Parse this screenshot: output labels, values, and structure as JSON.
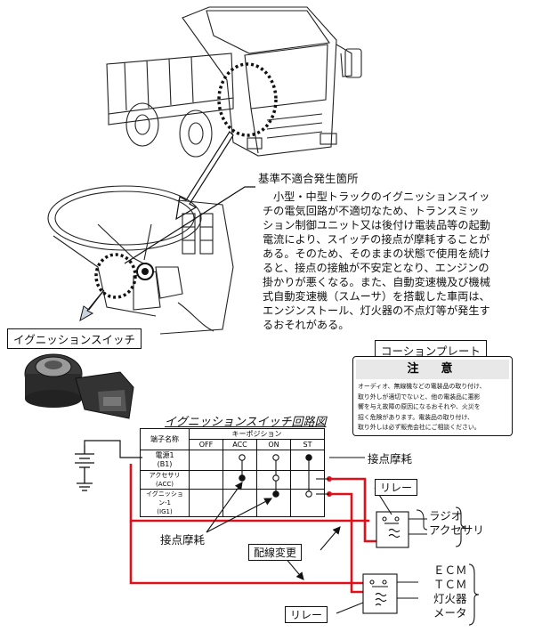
{
  "labels": {
    "defect_location": "基準不適合発生箇所",
    "ignition_switch": "イグニッションスイッチ",
    "caution_plate": "コーションプレート",
    "circuit_title": "イグニッションスイッチ回路図",
    "contact_wear_top": "接点摩耗",
    "contact_wear_left": "接点摩耗",
    "wiring_change": "配線変更",
    "relay_top": "リレー",
    "relay_bottom": "リレー",
    "load_top_1": "ラジオ",
    "load_top_2": "アクセサリ",
    "load_bottom_1": "ＥＣＭ",
    "load_bottom_2": "ＴＣＭ",
    "load_bottom_3": "灯火器",
    "load_bottom_4": "メータ"
  },
  "defect_description": [
    "小型・中型トラックのイグニッションスイッ",
    "チの電気回路が不適切なため、トランスミッ",
    "ション制御ユニット又は後付け電装品等の起動",
    "電流により、スイッチの接点が摩耗することが",
    "ある。そのため、そのままの状態で使用を続け",
    "ると、接点の接触が不安定となり、エンジンの",
    "掛かりが悪くなる。また、自動変速機及び機械",
    "式自動変速機（スムーサ）を搭載した車両は、",
    "エンジンストール、灯火器の不点灯等が発生す",
    "るおそれがある。"
  ],
  "caution": {
    "title": "注　意",
    "lines": [
      "オーディオ、無線機などの電装品の取り付け、",
      "取り外しが適切でないと、他の電装品に悪影",
      "響を与え故障の原因になるおそれや、火災を",
      "招く危険があります。電装品の取り付け、",
      "取り外しは必ず販売会社にご相談ください。"
    ]
  },
  "switch_table": {
    "header_terminal": "端子名称",
    "header_key": "キーポジション",
    "positions": [
      "OFF",
      "ACC",
      "ON",
      "ST"
    ],
    "rows": [
      {
        "line1": "電源1",
        "line2": "(B1)"
      },
      {
        "line1": "アクセサリ",
        "line2": "(ACC)"
      },
      {
        "line1": "イグニッション-1",
        "line2": "(IG1)"
      }
    ]
  },
  "colors": {
    "modified_wiring": "#e0101a",
    "line": "#111111",
    "arrow_fill": "#c9d3de"
  }
}
